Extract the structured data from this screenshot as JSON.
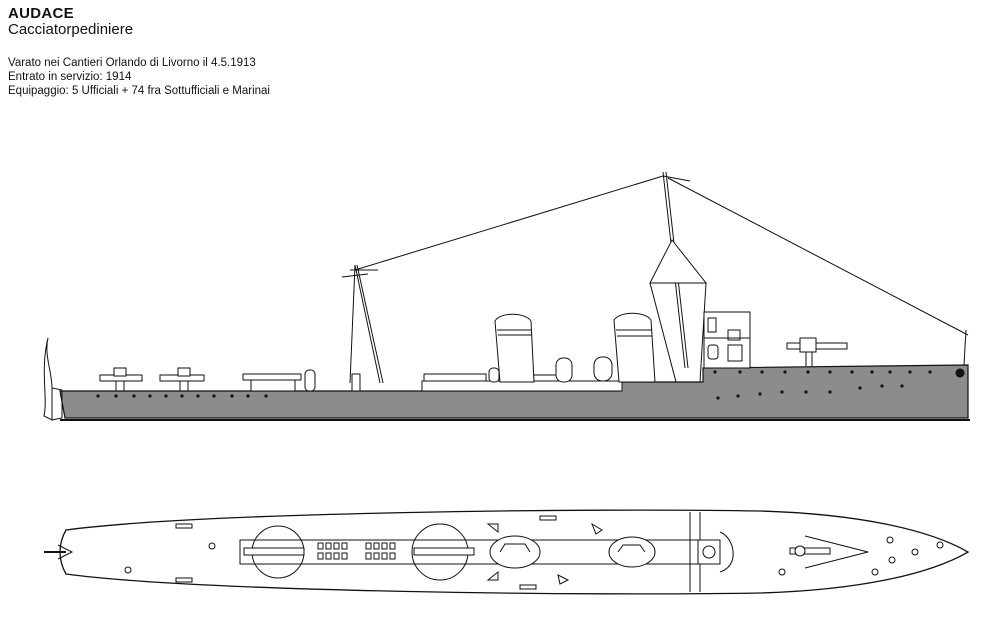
{
  "ship": {
    "name": "AUDACE",
    "type": "Cacciatorpediniere"
  },
  "details": {
    "launched": "Varato nei Cantieri Orlando di Livorno il 4.5.1913",
    "service": "Entrato in servizio: 1914",
    "crew": "Equipaggio: 5 Ufficiali  +  74 fra Sottufficiali e Marinai"
  },
  "colors": {
    "hull": "#8c8c8c",
    "ink": "#111111",
    "paper": "#ffffff"
  }
}
